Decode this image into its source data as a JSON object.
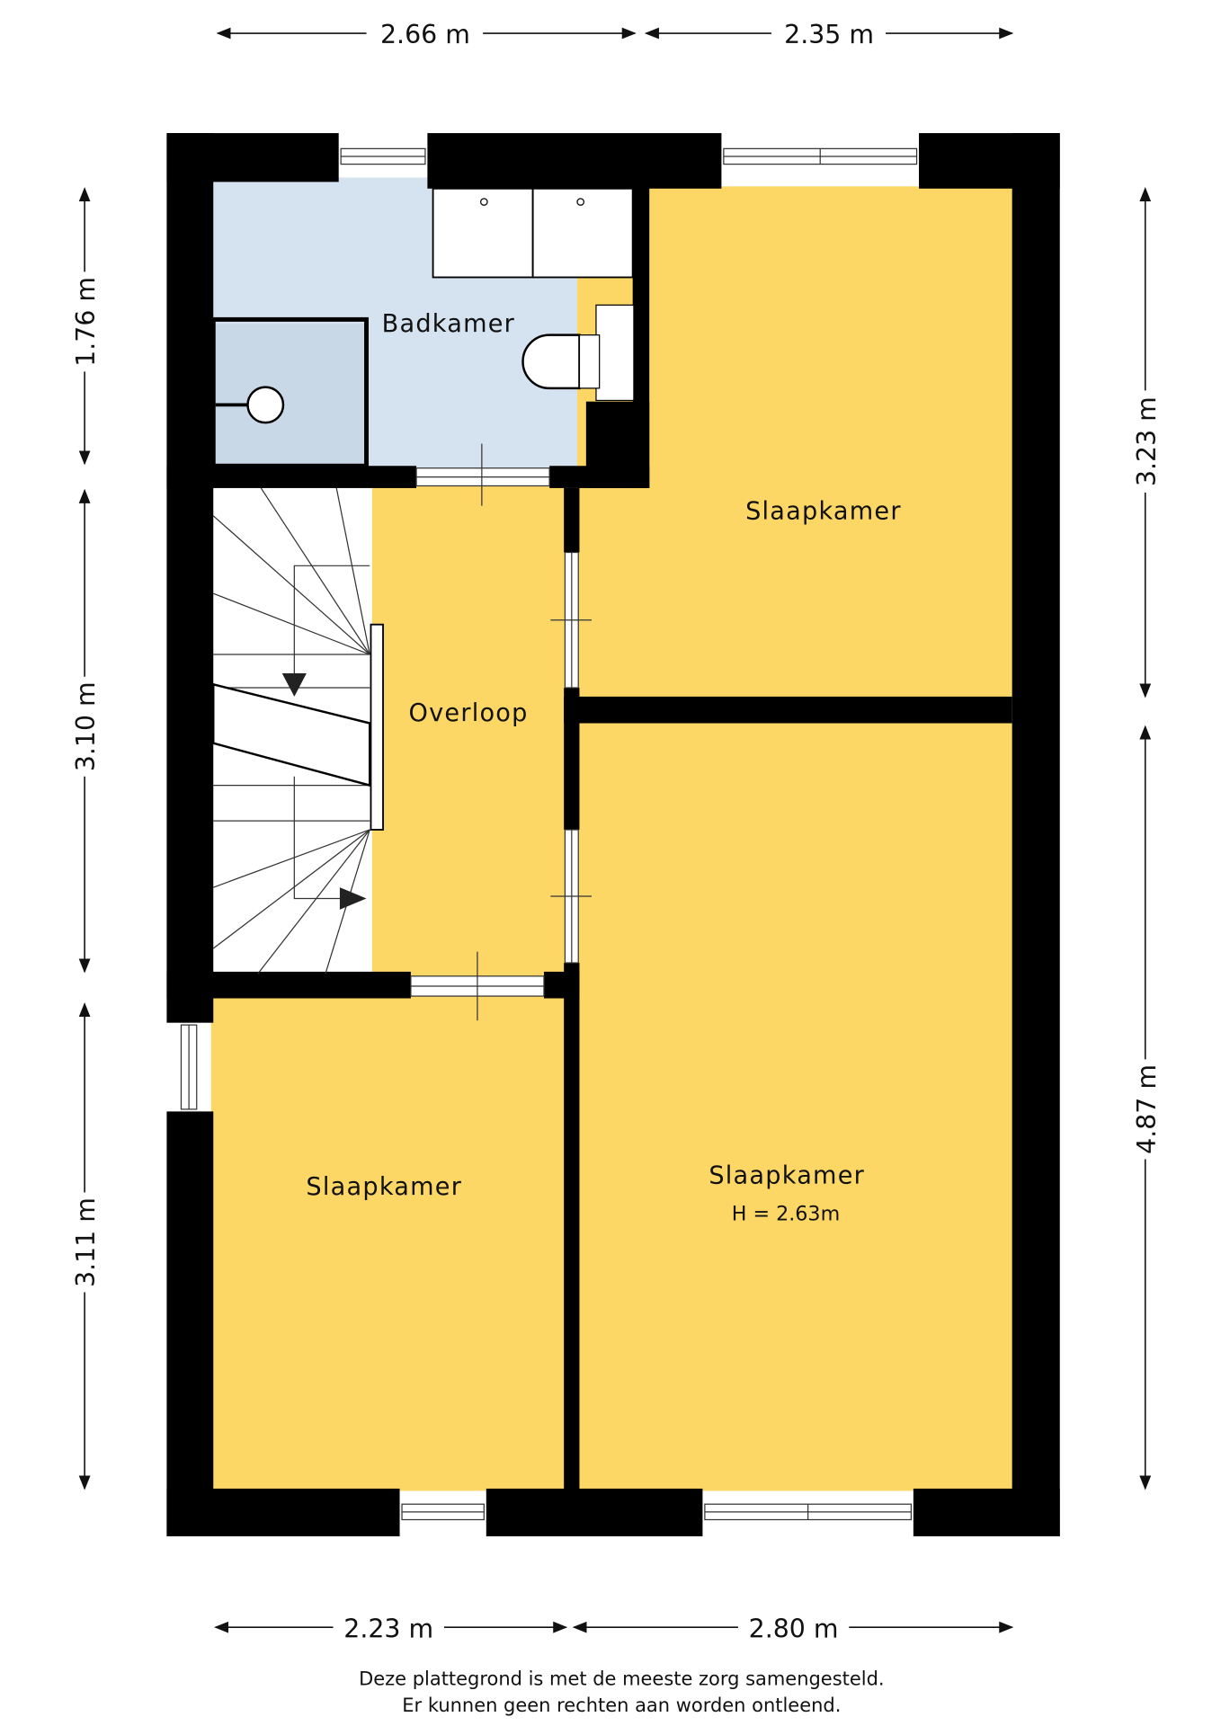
{
  "rooms": {
    "badkamer": "Badkamer",
    "slaapkamer_top_right": "Slaapkamer",
    "overloop": "Overloop",
    "slaapkamer_bottom_left": "Slaapkamer",
    "slaapkamer_bottom_right": "Slaapkamer",
    "ceiling_height": "H = 2.63m"
  },
  "dimensions": {
    "top_left": "2.66 m",
    "top_right": "2.35 m",
    "left_top": "1.76 m",
    "left_middle": "3.10 m",
    "left_bottom": "3.11 m",
    "right_top": "3.23 m",
    "right_bottom": "4.87 m",
    "bottom_left": "2.23 m",
    "bottom_right": "2.80 m"
  },
  "colors": {
    "room_yellow": "#fdd766",
    "bath_blue": "#d5e2ef",
    "wall": "#000000"
  },
  "footer": {
    "line1": "Deze plattegrond is met de meeste zorg samengesteld.",
    "line2": "Er kunnen geen rechten aan worden ontleend."
  }
}
